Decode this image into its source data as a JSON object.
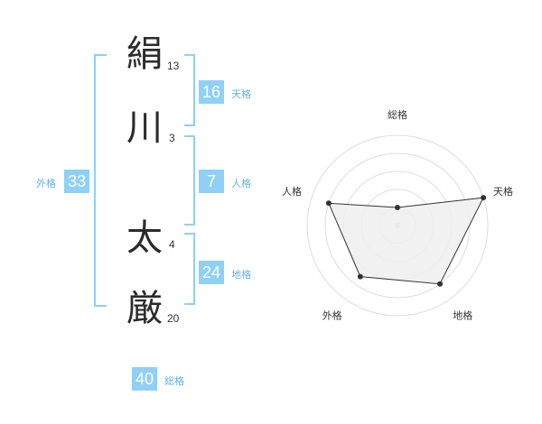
{
  "name": {
    "chars": [
      {
        "char": "絹",
        "strokes": "13"
      },
      {
        "char": "川",
        "strokes": "3"
      },
      {
        "char": "太",
        "strokes": "4"
      },
      {
        "char": "厳",
        "strokes": "20"
      }
    ]
  },
  "fortunes": {
    "tenkaku": {
      "value": "16",
      "label": "天格"
    },
    "jinkaku": {
      "value": "7",
      "label": "人格"
    },
    "chikaku": {
      "value": "24",
      "label": "地格"
    },
    "gaikaku": {
      "value": "33",
      "label": "外格"
    },
    "soukaku": {
      "value": "40",
      "label": "総格"
    }
  },
  "radar": {
    "axes": [
      "総格",
      "天格",
      "地格",
      "外格",
      "人格"
    ],
    "levels": 5,
    "values": [
      0.2,
      1.0,
      0.8,
      0.7,
      0.8
    ],
    "fill_color": "#eeeeee",
    "line_color": "#333333",
    "grid_color": "#dddddd"
  }
}
